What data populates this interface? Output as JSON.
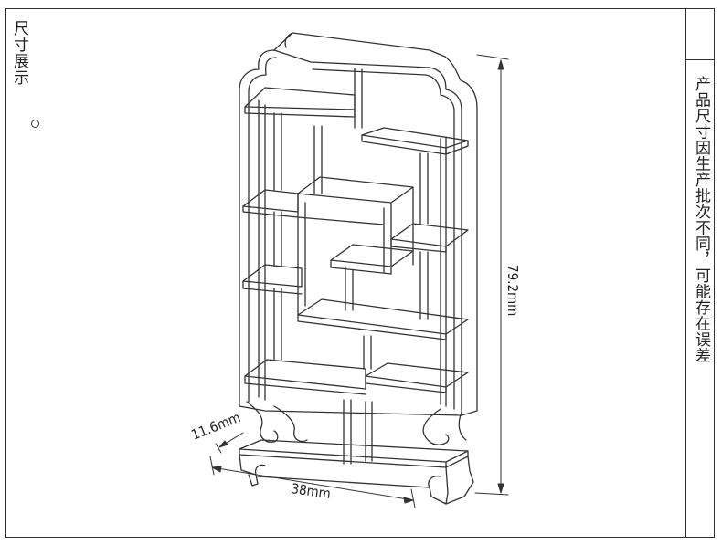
{
  "corner_label": "尺寸展示",
  "side_note": "产品尺寸因生产批次不同，可能存在误差",
  "dimensions": {
    "height": "79.2mm",
    "width": "38mm",
    "depth": "11.6mm"
  }
}
